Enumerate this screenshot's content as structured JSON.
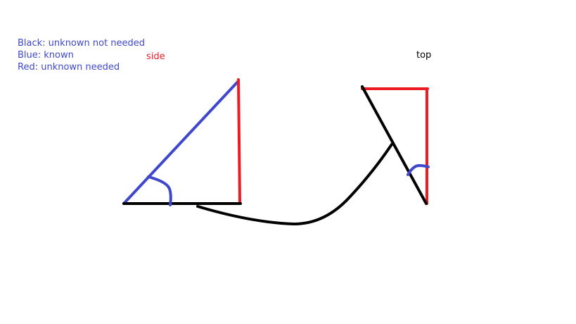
{
  "legend": {
    "black": "Black: unknown not needed",
    "blue": "Blue: known",
    "red": "Red: unknown needed"
  },
  "labels": {
    "side": "side",
    "top": "top"
  },
  "colors": {
    "black": "#000000",
    "blue": "#3f48cc",
    "red": "#ed1c24",
    "background": "#ffffff"
  }
}
